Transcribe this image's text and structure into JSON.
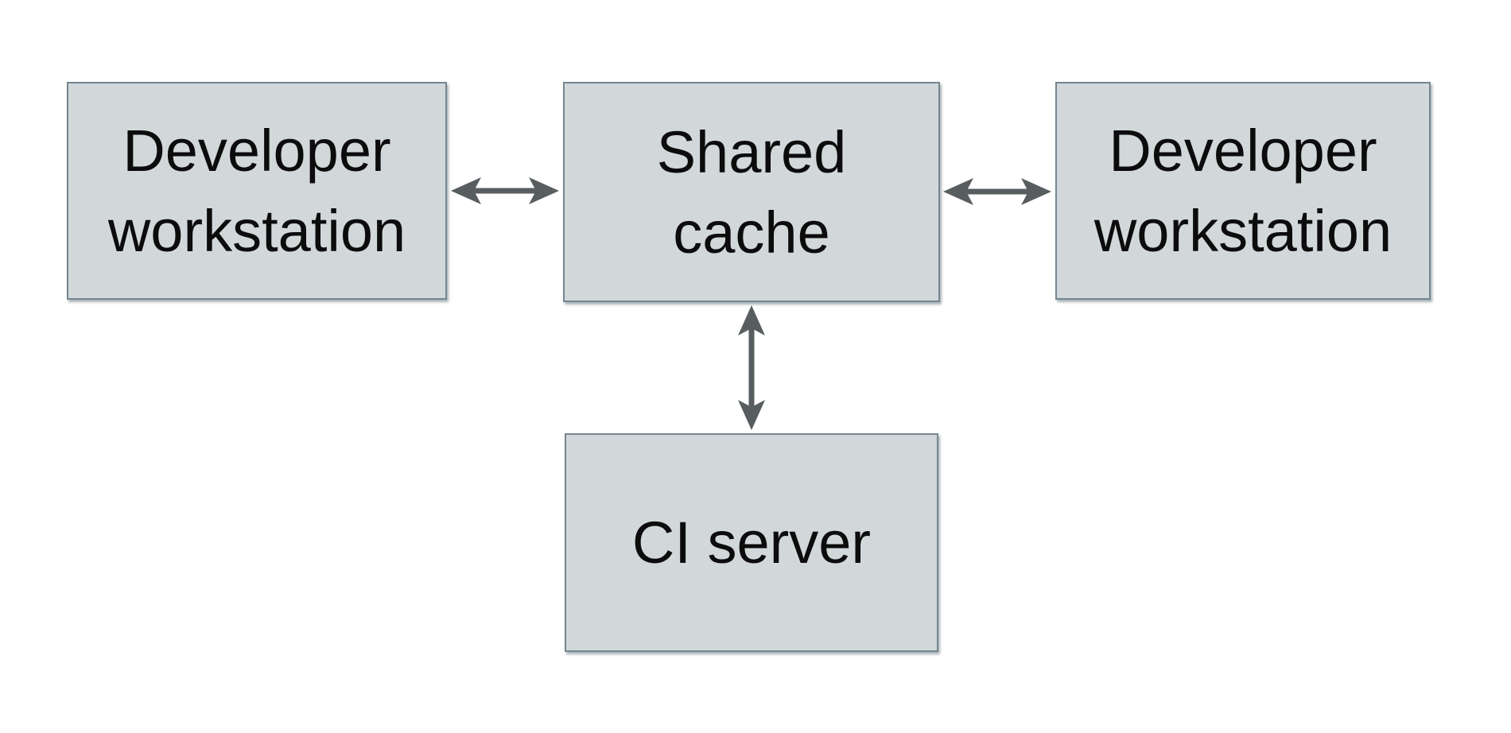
{
  "diagram": {
    "type": "architecture-diagram",
    "background_color": "#ffffff",
    "node_fill_color": "#d2d8da",
    "node_border_color": "#74868f",
    "arrow_color": "#585d60",
    "text_color": "#0c0c0c",
    "nodes": [
      {
        "id": "developer-workstation-left",
        "label": "Developer\nworkstation"
      },
      {
        "id": "shared-cache",
        "label": "Shared\ncache"
      },
      {
        "id": "developer-workstation-right",
        "label": "Developer\nworkstation"
      },
      {
        "id": "ci-server",
        "label": "CI server"
      }
    ],
    "edges": [
      {
        "from": "developer-workstation-left",
        "to": "shared-cache",
        "type": "bidirectional"
      },
      {
        "from": "shared-cache",
        "to": "developer-workstation-right",
        "type": "bidirectional"
      },
      {
        "from": "shared-cache",
        "to": "ci-server",
        "type": "bidirectional"
      }
    ]
  }
}
